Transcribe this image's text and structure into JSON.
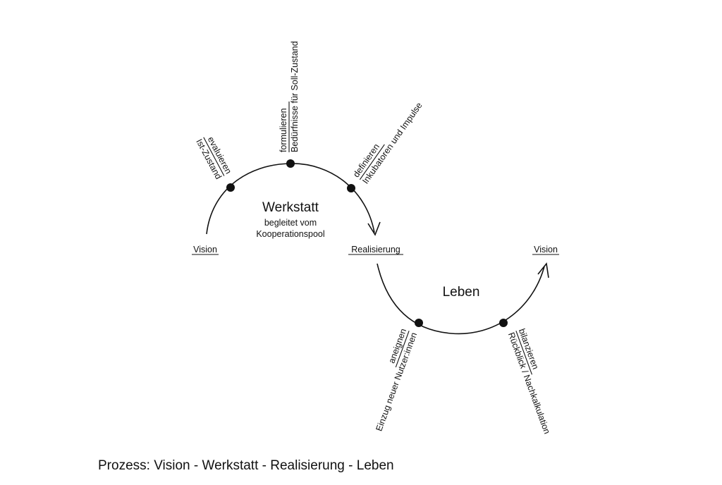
{
  "diagram": {
    "upper_cycle": {
      "title": "Werkstatt",
      "subtitle_line1": "begleitet vom",
      "subtitle_line2": "Kooperationspool",
      "start_label": "Vision",
      "end_label": "Realisierung",
      "steps": [
        {
          "verb": "evaluieren",
          "object": "Ist-Zustand"
        },
        {
          "verb": "formulieren",
          "object": "Bedürfnisse für Soll-Zustand"
        },
        {
          "verb": "definieren",
          "object": "Inkubatoren und Impulse"
        }
      ]
    },
    "lower_cycle": {
      "title": "Leben",
      "end_label": "Vision",
      "steps": [
        {
          "verb": "aneignen",
          "object": "Einzug neuer Nutzer:innen"
        },
        {
          "verb": "bilanzieren",
          "object": "Rückblick / Nachkalkulation"
        }
      ]
    }
  },
  "caption": "Prozess: Vision - Werkstatt - Realisierung - Leben"
}
